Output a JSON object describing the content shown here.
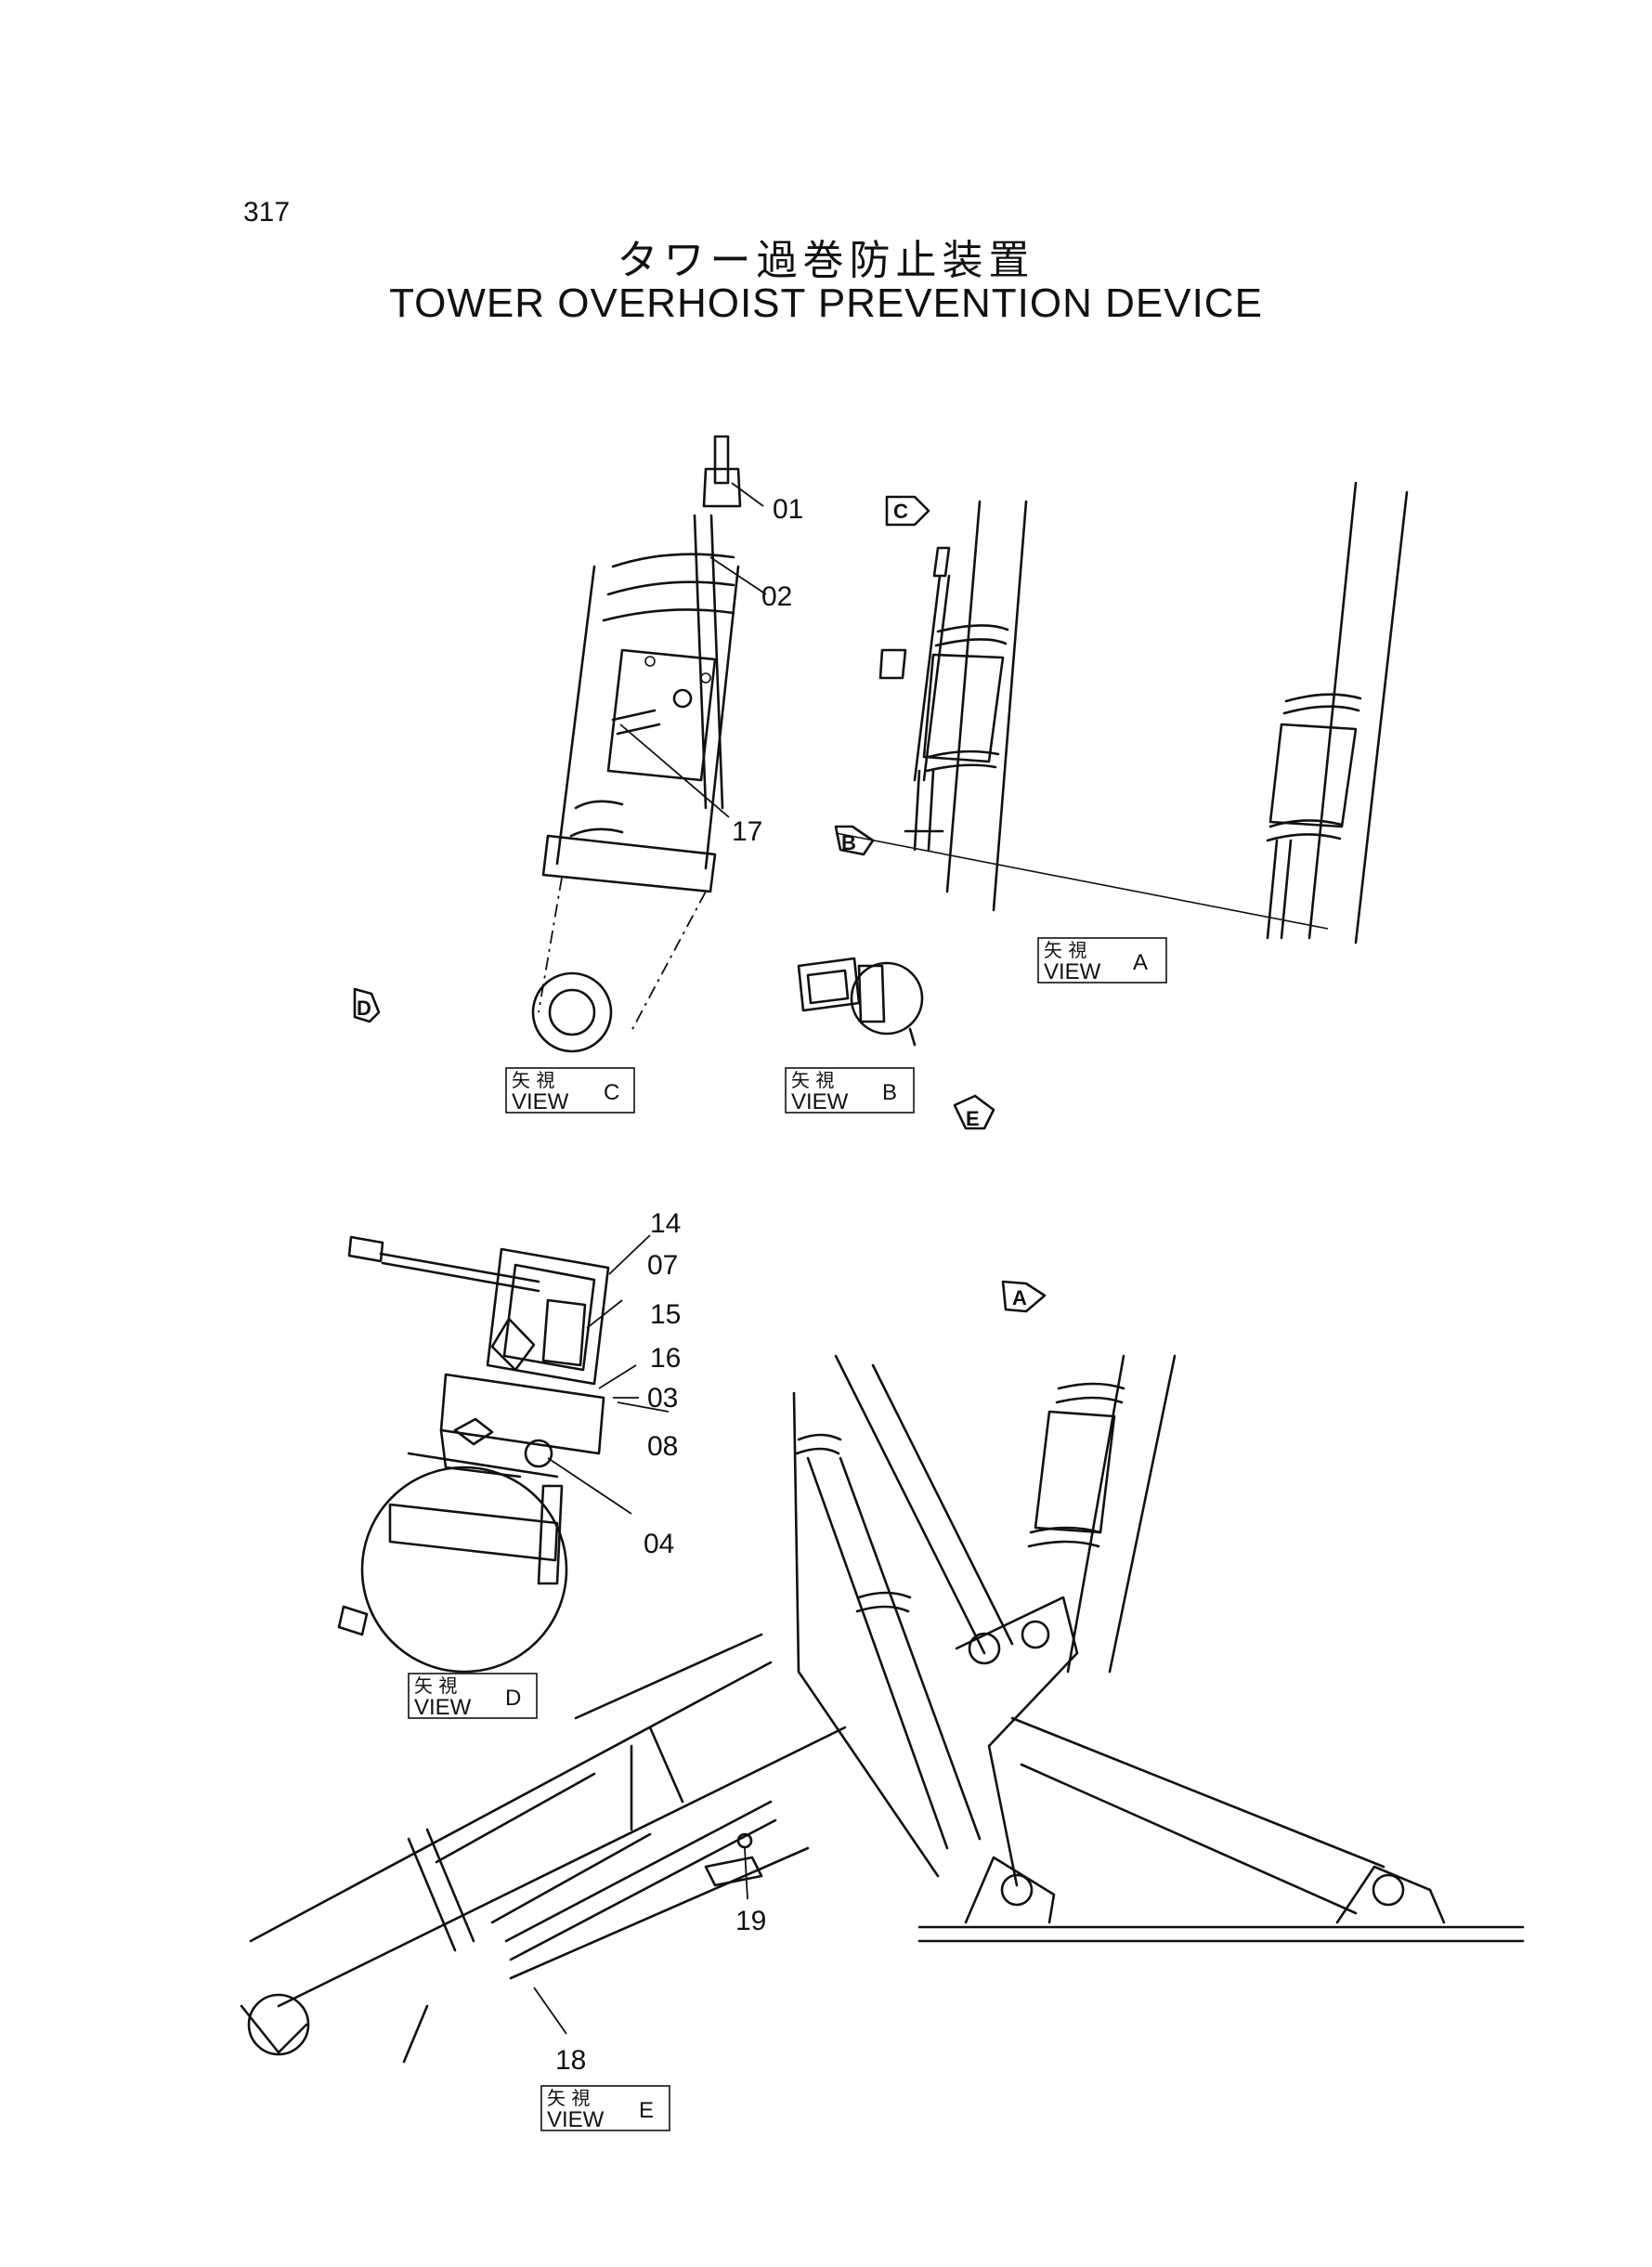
{
  "page_number": "317",
  "title_jp": "タワー過巻防止装置",
  "title_en": "TOWER OVERHOIST PREVENTION DEVICE",
  "view_labels": [
    {
      "jp": "矢 視",
      "en": "VIEW",
      "letter": "A"
    },
    {
      "jp": "矢 視",
      "en": "VIEW",
      "letter": "B"
    },
    {
      "jp": "矢 視",
      "en": "VIEW",
      "letter": "C"
    },
    {
      "jp": "矢 視",
      "en": "VIEW",
      "letter": "D"
    },
    {
      "jp": "矢 視",
      "en": "VIEW",
      "letter": "E"
    }
  ],
  "view_arrows": [
    "C",
    "B",
    "D",
    "E",
    "A"
  ],
  "part_numbers": [
    "01",
    "02",
    "17",
    "14",
    "07",
    "15",
    "16",
    "03",
    "08",
    "04",
    "19",
    "18"
  ]
}
